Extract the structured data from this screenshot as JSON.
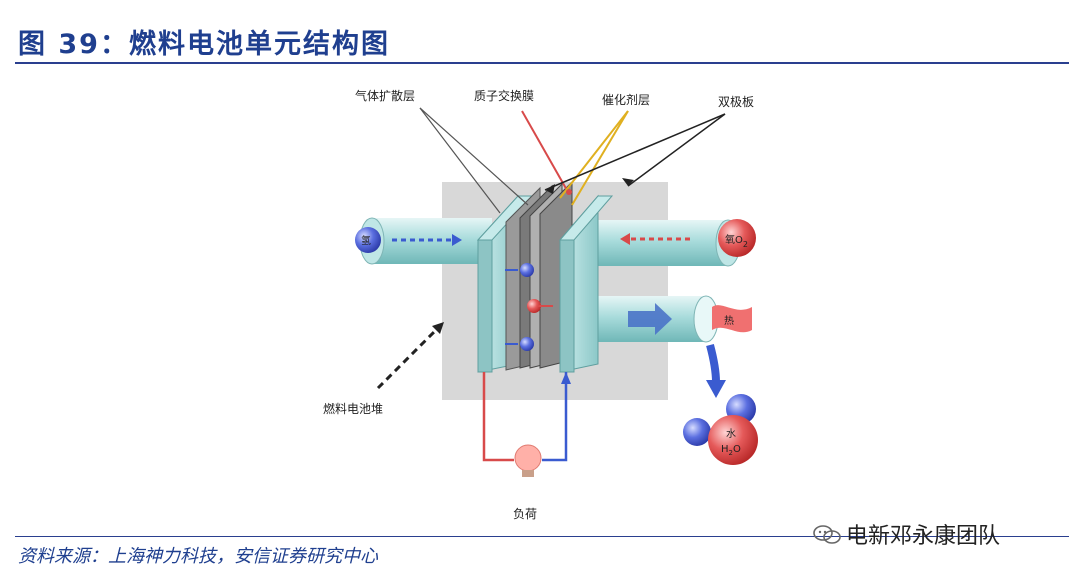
{
  "title": "图 39：燃料电池单元结构图",
  "source": "资料来源：上海神力科技，安信证券研究中心",
  "watermark": "电新邓永康团队",
  "labels": {
    "gdl": "气体扩散层",
    "pem": "质子交换膜",
    "catalyst": "催化剂层",
    "bipolar": "双极板",
    "stack": "燃料电池堆",
    "load": "负荷",
    "hydrogen": "氢",
    "oxygen": "氧O",
    "oxygen_sub": "2",
    "heat": "热",
    "water": "水",
    "water_formula": "H",
    "water_sub": "2",
    "water_o": "O"
  },
  "colors": {
    "title": "#1f3f8f",
    "pipe": "#a9dcdc",
    "plate": "#9fd5d5",
    "red": "#d84a4a",
    "blue": "#3a5bd0"
  }
}
